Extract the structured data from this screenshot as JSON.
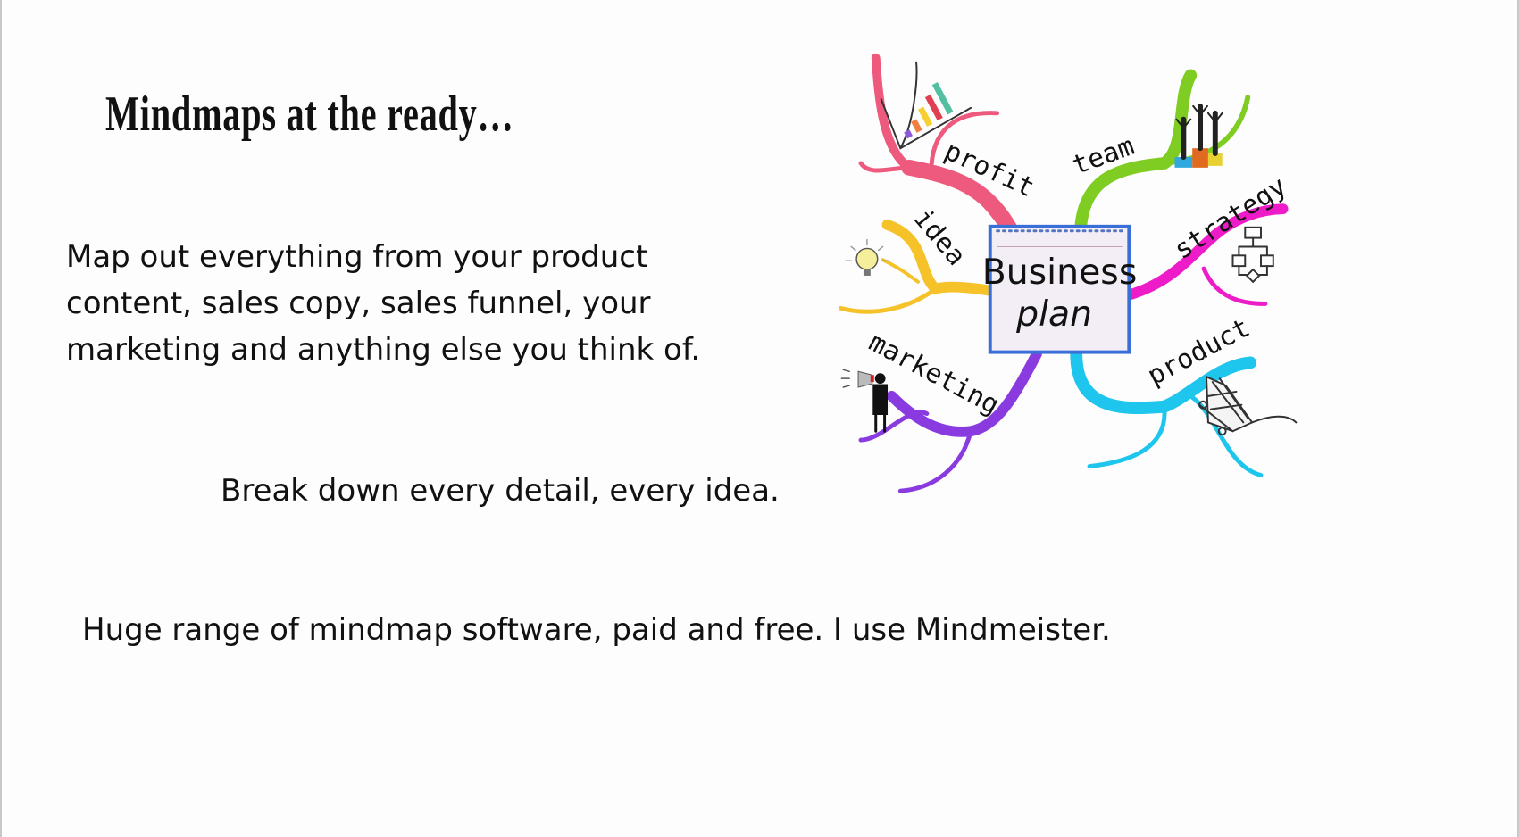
{
  "slide": {
    "title": "Mindmaps at the ready…",
    "paragraph_1": "Map out everything from your product content, sales copy, sales funnel, your marketing and anything else you think of.",
    "paragraph_2": "Break down every detail, every idea.",
    "paragraph_3": "Huge range of mindmap software, paid and free. I use Mindmeister."
  },
  "mindmap": {
    "center_line_1": "Business",
    "center_line_2": "plan",
    "branches": {
      "profit": "profit",
      "team": "team",
      "idea": "idea",
      "strategy": "strategy",
      "marketing": "marketing",
      "product": "product"
    },
    "colors": {
      "profit": "#ee5a7e",
      "team": "#7fcc22",
      "idea": "#f5c22a",
      "strategy": "#ee1cc8",
      "marketing": "#8a3be0",
      "product": "#1ec6ee",
      "box_border": "#3b6fd8"
    }
  }
}
